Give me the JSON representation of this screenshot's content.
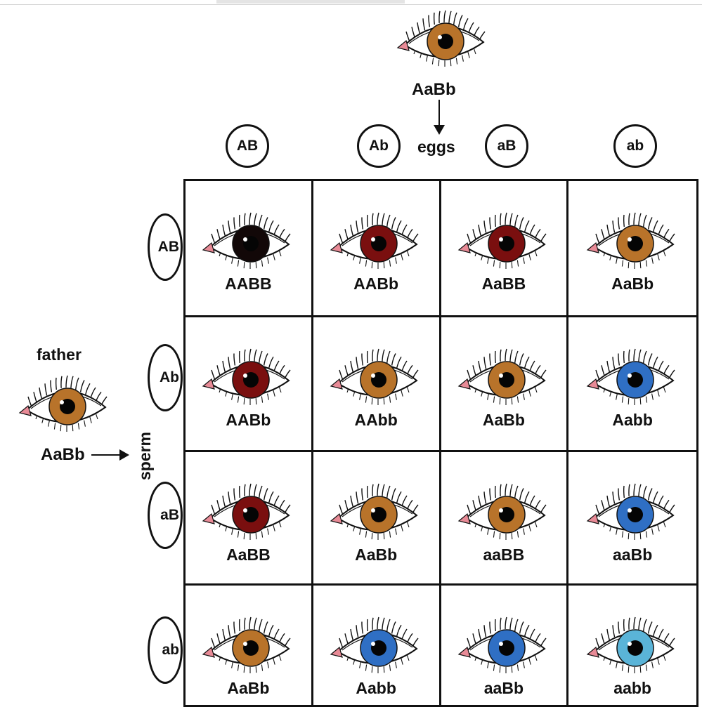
{
  "mother": {
    "genotype": "AaBb",
    "gamete_type": "eggs",
    "iris_color": "#b8732a"
  },
  "father": {
    "label": "father",
    "genotype": "AaBb",
    "gamete_type": "sperm",
    "iris_color": "#b8732a"
  },
  "egg_gametes": [
    "AB",
    "Ab",
    "aB",
    "ab"
  ],
  "sperm_gametes": [
    "AB",
    "Ab",
    "aB",
    "ab"
  ],
  "cells": [
    [
      {
        "genotype": "AABB",
        "iris": "#120808"
      },
      {
        "genotype": "AABb",
        "iris": "#7a0f0f"
      },
      {
        "genotype": "AaBB",
        "iris": "#7a0f0f"
      },
      {
        "genotype": "AaBb",
        "iris": "#b8732a"
      }
    ],
    [
      {
        "genotype": "AABb",
        "iris": "#7a0f0f"
      },
      {
        "genotype": "AAbb",
        "iris": "#b8732a"
      },
      {
        "genotype": "AaBb",
        "iris": "#b8732a"
      },
      {
        "genotype": "Aabb",
        "iris": "#2f6fc4"
      }
    ],
    [
      {
        "genotype": "AaBB",
        "iris": "#7a0f0f"
      },
      {
        "genotype": "AaBb",
        "iris": "#b8732a"
      },
      {
        "genotype": "aaBB",
        "iris": "#b8732a"
      },
      {
        "genotype": "aaBb",
        "iris": "#2f6fc4"
      }
    ],
    [
      {
        "genotype": "AaBb",
        "iris": "#b8732a"
      },
      {
        "genotype": "Aabb",
        "iris": "#2f6fc4"
      },
      {
        "genotype": "aaBb",
        "iris": "#2f6fc4"
      },
      {
        "genotype": "aabb",
        "iris": "#5ab4d8"
      }
    ]
  ]
}
